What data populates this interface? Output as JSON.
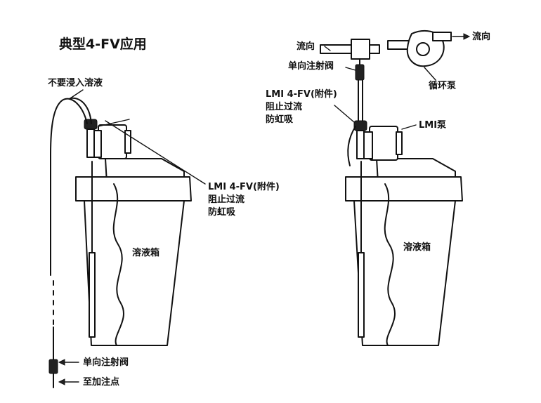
{
  "title": "典型4-FV应用",
  "left": {
    "no_immerse": "不要浸入溶液",
    "callout_line1": "LMI 4-FV(附件)",
    "callout_line2": "阻止过流",
    "callout_line3": "防虹吸",
    "tank": "溶液箱",
    "check_valve": "单向注射阀",
    "to_injection": "至加注点"
  },
  "right": {
    "flow_left": "流向",
    "flow_right": "流向",
    "check_valve": "单向注射阀",
    "recirc_pump": "循环泵",
    "callout_line1": "LMI 4-FV(附件)",
    "callout_line2": "阻止过流",
    "callout_line3": "防虹吸",
    "lmi_pump": "LMI泵",
    "tank": "溶液箱"
  }
}
